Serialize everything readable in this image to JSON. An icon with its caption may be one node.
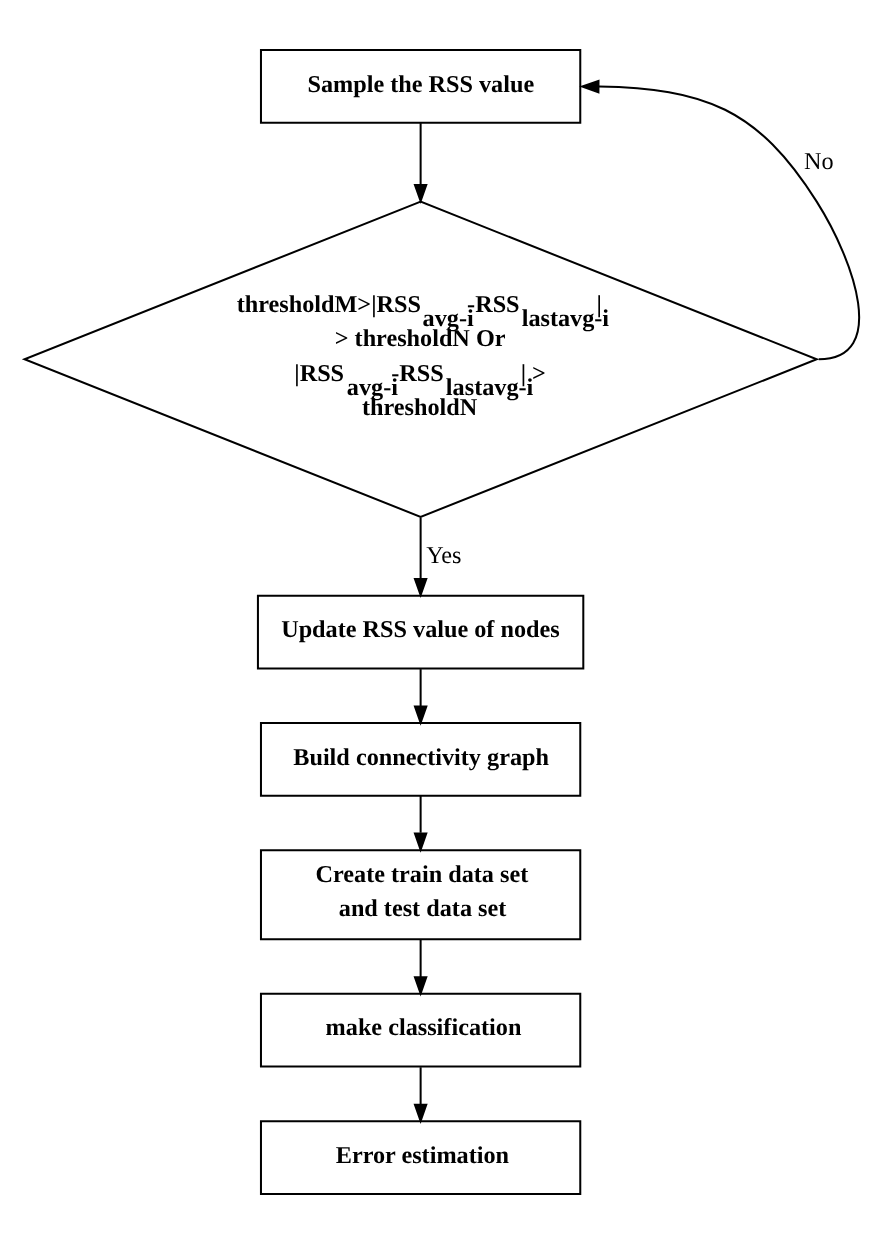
{
  "diagram": {
    "nodes": [
      {
        "text": [
          "Sample the RSS value"
        ]
      },
      {
        "text": [
          "thresholdM>|RSS$_{avg-i}$-RSS$_{lastavg-i}$| > thresholdN Or |RSS$_{avg-i}$-RSS$_{lastavg-i}$| > thresholdN"
        ]
      },
      {
        "text": [
          "Update RSS value of nodes"
        ]
      },
      {
        "text": [
          "Build connectivity graph"
        ]
      },
      {
        "text": [
          "Create train data set and test data set"
        ]
      },
      {
        "text": [
          "make classification"
        ]
      },
      {
        "text": [
          "Error estimation"
        ]
      }
    ],
    "edges": [
      {
        "from": 0,
        "to": 1,
        "arrow": "to"
      },
      {
        "from": 1,
        "to": 0,
        "arrow": "to",
        "label": "No"
      },
      {
        "from": 1,
        "to": 2,
        "arrow": "to",
        "label": "Yes"
      },
      {
        "from": 2,
        "to": 3,
        "arrow": "to"
      },
      {
        "from": 3,
        "to": 4,
        "arrow": "to"
      },
      {
        "from": 4,
        "to": 5,
        "arrow": "to"
      },
      {
        "from": 5,
        "to": 6,
        "arrow": "to"
      }
    ]
  }
}
